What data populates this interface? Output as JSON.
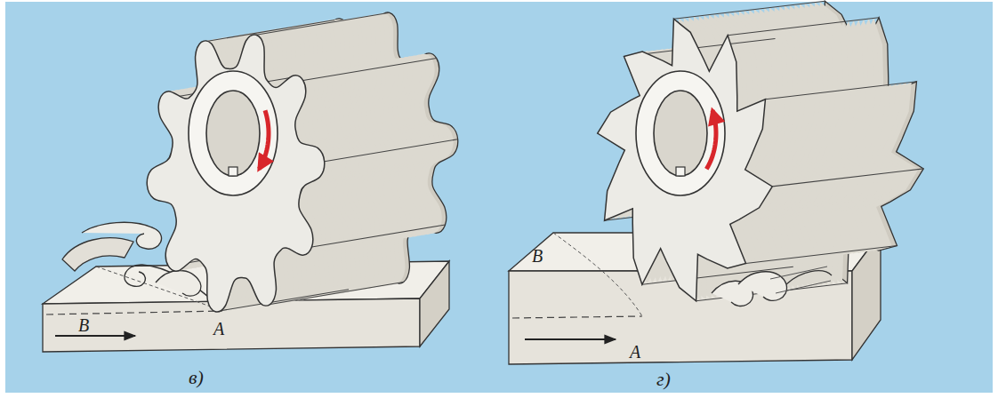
{
  "diagram": {
    "labels": [
      "B",
      "A",
      "в)",
      "B",
      "A",
      "г)"
    ]
  }
}
